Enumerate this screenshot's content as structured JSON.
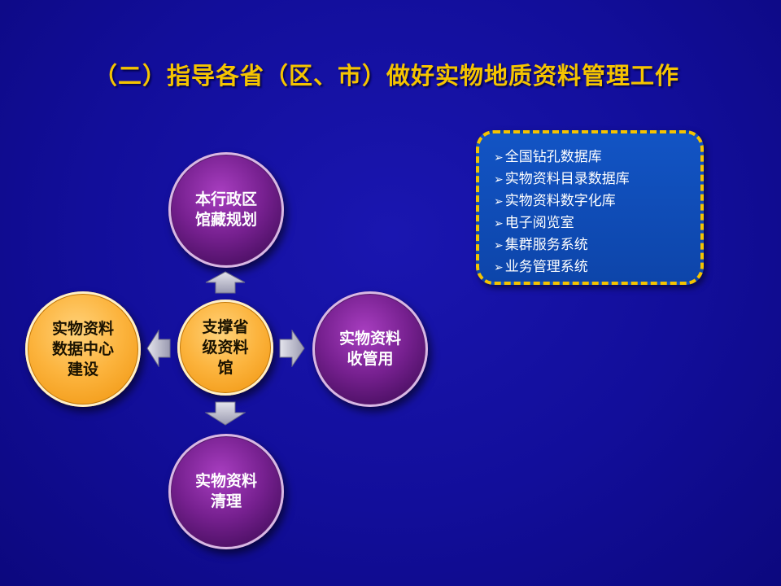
{
  "title": "（二）指导各省（区、市）做好实物地质资料管理工作",
  "diagram": {
    "center": "支撑省\n级资料\n馆",
    "top": "本行政区\n馆藏规划",
    "right": "实物资料\n收管用",
    "bottom": "实物资料\n清理",
    "left": "实物资料\n数据中心\n建设"
  },
  "panel": {
    "bullet": "➢",
    "items": [
      "全国钻孔数据库",
      "实物资料目录数据库",
      "实物资料数字化库",
      "电子阅览室",
      "集群服务系统",
      "业务管理系统"
    ]
  },
  "colors": {
    "title": "#f5c400",
    "purple_node": "#76208f",
    "orange_node": "#fcb43e",
    "panel_fill": "#1254c4",
    "panel_border": "#f5c400"
  }
}
